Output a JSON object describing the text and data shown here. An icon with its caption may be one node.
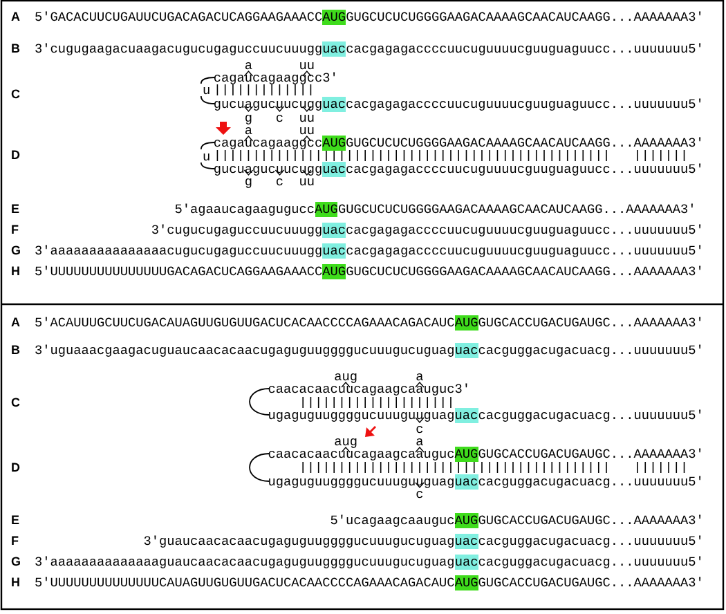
{
  "diagram": {
    "labels": [
      "A",
      "5'GACACUUCUGAUUCUGACAGACUCAGGAAGAAACC**AUG**GUGCUCUCUGGGGAAGACAAAAGCAACAUCAAGG...AAAAAAA3'",
      "B",
      "3'cugugaagacuaagacugucugaguccuucuuugg**uac**cacgagagaccccuucuguuuucguuguaguucc...uuuuuuu5'",
      "C",
      "a",
      "uu",
      "cagaucagaaggcc3'",
      "u",
      "gucuagucuucugg**uac**cacgagagaccccuucuguuuucguuguaguucc...uuuuuuu5'",
      "g",
      "c",
      "uu",
      "D",
      "a",
      "uu",
      "cagaucagaaggcc**AUG**GUGCUCUCUGGGGAAGACAAAAGCAACAUCAAGG...AAAAAAA3'",
      "u",
      "gucuagucuucugg**uac**cacgagagaccccuucuguuuucguuguaguucc...uuuuuuu5'",
      "g",
      "c",
      "uu",
      "E",
      "5'agaaucagaagugucc**AUG**GUGCUCUCUGGGGAAGACAAAAGCAACAUCAAGG...AAAAAAA3'",
      "F",
      "3'cugucugaguccuucuuugg**uac**cacgagagaccccuucuguuuucguuguaguucc...uuuuuuu5'",
      "G",
      "3'aaaaaaaaaaaaaaacugucugaguccuucuuugg**uac**cacgagagaccccuucuguuuucguuguaguucc...uuuuuuu5'",
      "H",
      "5'UUUUUUUUUUUUUUUGACAGACUCAGGAAGAAACC**AUG**GUGCUCUCUGGGGAAGACAAAAGCAACAUCAAGG...AAAAAAA3'",
      "A",
      "5'ACAUUUGCUUCUGACAUAGUUGUGUUGACUCACAACCCCAGAAACAGACAUC**AUG**GUGCACCUGACUGAUGC...AAAAAAA3'",
      "B",
      "3'uguaaacgaagacuguaucaacacaacugaguguuggggucuuugucuguag**uac**cacguggacugacuacg...uuuuuuu5'",
      "C",
      "aug",
      "a",
      "caacacaacuucagaagcaauguc3'",
      "ugaguguuggggucuuuguuguag**uac**cacguggacugacuacg...uuuuuuu5'",
      "c",
      "D",
      "aug",
      "a",
      "caacacaacuucagaagcaauguc**AUG**GUGCACCUGACUGAUGC...AAAAAAA3'",
      "ugaguguuggggucuuuguuguag**uac**cacguggacugacuacg...uuuuuuu5'",
      "c",
      "E",
      "5'ucagaagcaauguc**AUG**GUGCACCUGACUGAUGC...AAAAAAA3'",
      "F",
      "3'guaucaacacaacugaguguuggggucuuugucuguag**uac**cacguggacugacuacg...uuuuuuu5'",
      "G",
      "3'aaaaaaaaaaaaaaguaucaacacaacugaguguuggggucuuugucuguag**uac**cacguggacugacuacg...uuuuuuu5'",
      "H",
      "5'UUUUUUUUUUUUUUCAUAGUUGUGUUGACUCACAACCCCAGAAACAGACAUC**AUG**GUGCACCUGACUGAUGC...AAAAAAA3'"
    ]
  }
}
